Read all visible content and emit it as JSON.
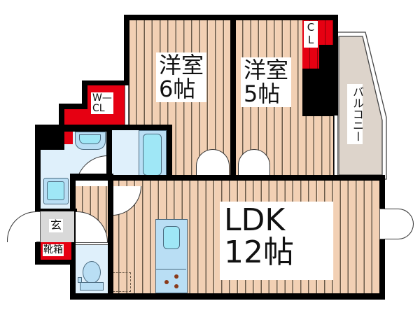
{
  "floorplan": {
    "rooms": {
      "bedroom_large": {
        "name": "洋室",
        "size": "6帖"
      },
      "bedroom_small": {
        "name": "洋室",
        "size": "5帖"
      },
      "closet": {
        "label_top": "C",
        "label_bottom": "L"
      },
      "walk_in_closet": {
        "line1": "W—",
        "line2": "CL"
      },
      "balcony": {
        "label": "バルコニー"
      },
      "ldk": {
        "name": "LDK",
        "size": "12帖"
      },
      "entrance": {
        "label": "玄"
      },
      "shoe_box": {
        "label": "靴箱"
      }
    },
    "colors": {
      "wall": "#000000",
      "wood_floor": "#f2d0b4",
      "wood_line": "#6b5a48",
      "wet_area": "#dff0fb",
      "fixture": "#b9def4",
      "fixture_inner": "#9fe7f6",
      "storage_red": "#e60012",
      "balcony": "#ddd4cb",
      "entrance_floor": "#d9d9d9"
    }
  }
}
